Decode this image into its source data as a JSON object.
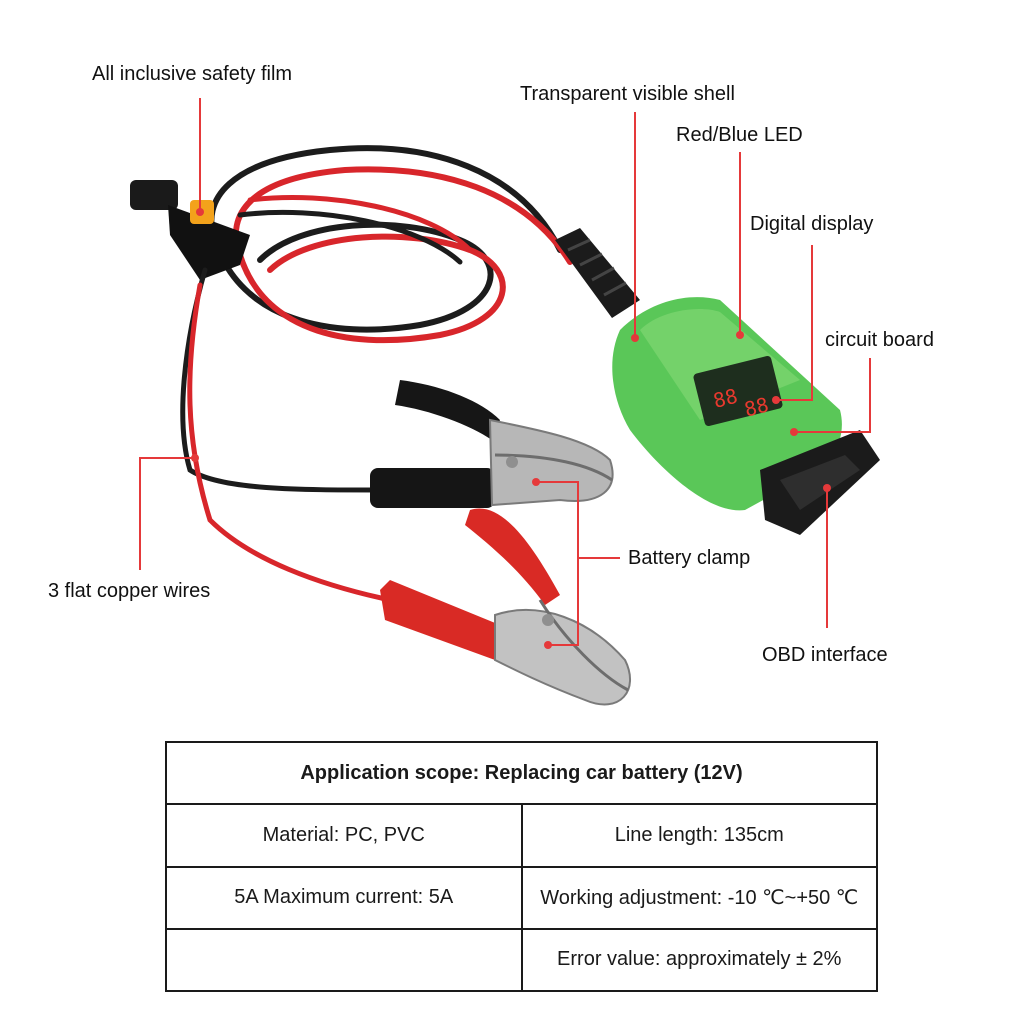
{
  "callouts": {
    "safety_film": "All inclusive safety film",
    "transparent_shell": "Transparent visible shell",
    "led": "Red/Blue LED",
    "digital_display": "Digital display",
    "circuit_board": "circuit board",
    "battery_clamp": "Battery clamp",
    "copper_wires": "3 flat copper wires",
    "obd_interface": "OBD interface"
  },
  "specs": {
    "application": "Application scope: Replacing car battery (12V)",
    "material": "Material: PC, PVC",
    "line_length": "Line length: 135cm",
    "max_current": "5A   Maximum current: 5A",
    "working_adjustment": "Working adjustment: -10 ℃~+50 ℃",
    "empty_cell": "",
    "error_value": "Error value: approximately ± 2%"
  },
  "colors": {
    "callout_line": "#e5393a",
    "wire_red": "#d8262b",
    "wire_black": "#1c1c1c",
    "shell_green": "#4cc24a",
    "clamp_red": "#d92a25",
    "text": "#111111"
  }
}
